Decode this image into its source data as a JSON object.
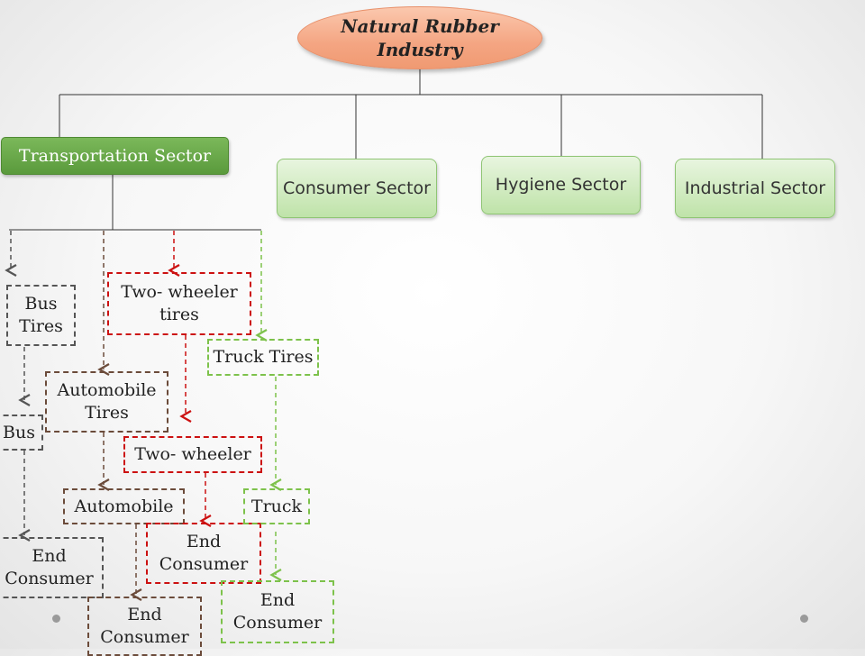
{
  "root": "Natural Rubber Industry",
  "sectors": {
    "transportation": "Transportation Sector",
    "consumer": "Consumer Sector",
    "hygiene": "Hygiene Sector",
    "industrial": "Industrial Sector"
  },
  "branches": {
    "bus": {
      "tires": "Bus Tires",
      "vehicle": "Bus",
      "end": "End Consumer",
      "color": "#555555"
    },
    "automobile": {
      "tires": "Automobile Tires",
      "vehicle": "Automobile",
      "end": "End Consumer",
      "color": "#6b4b3a"
    },
    "two_wheeler": {
      "tires": "Two- wheeler tires",
      "vehicle": "Two- wheeler",
      "end": "End Consumer",
      "color": "#cc1111"
    },
    "truck": {
      "tires": "Truck Tires",
      "vehicle": "Truck",
      "end": "End Consumer",
      "color": "#7dc24b"
    }
  }
}
